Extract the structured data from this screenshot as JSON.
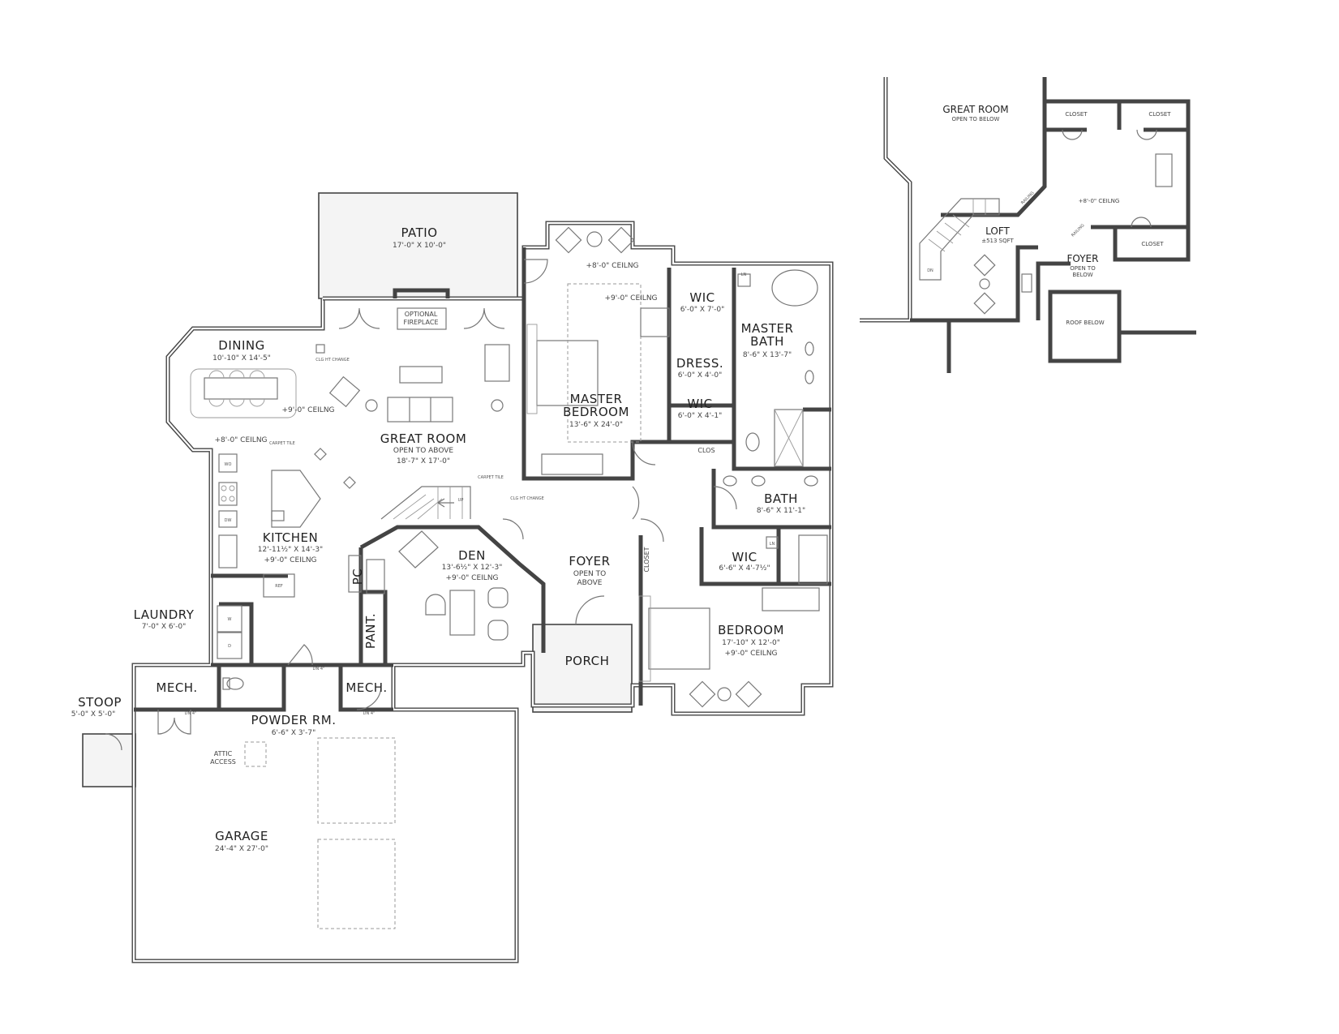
{
  "plan": {
    "main_floor": {
      "rooms": {
        "patio": {
          "name": "PATIO",
          "size": "17'-0\" X 10'-0\""
        },
        "fireplace": {
          "line1": "OPTIONAL",
          "line2": "FIREPLACE"
        },
        "dining": {
          "name": "DINING",
          "size": "10'-10\" X 14'-5\"",
          "ceiling": "+9'-0\" CEILNG",
          "ceiling_alt": "+8'-0\" CEILNG"
        },
        "great_room": {
          "name": "GREAT ROOM",
          "note": "OPEN TO ABOVE",
          "size": "18'-7\" X 17'-0\""
        },
        "master_bedroom": {
          "name_line1": "MASTER",
          "name_line2": "BEDROOM",
          "size": "13'-6\" X 24'-0\"",
          "ceiling_upper": "+8'-0\" CEILNG",
          "ceiling_lower": "+9'-0\" CEILNG"
        },
        "wic_master_1": {
          "name": "WIC",
          "size": "6'-0\" X 7'-0\""
        },
        "dress": {
          "name": "DRESS.",
          "size": "6'-0\" X 4'-0\""
        },
        "wic_master_2": {
          "name": "WIC",
          "size": "6'-0\" X 4'-1\""
        },
        "master_bath": {
          "name_line1": "MASTER",
          "name_line2": "BATH",
          "size": "8'-6\" X 13'-7\""
        },
        "clos": {
          "name": "CLOS"
        },
        "bath": {
          "name": "BATH",
          "size": "8'-6\" X 11'-1\""
        },
        "wic_bedroom": {
          "name": "WIC",
          "size": "6'-6\" X 4'-7½\""
        },
        "bedroom": {
          "name": "BEDROOM",
          "size": "17'-10\" X 12'-0\"",
          "ceiling": "+9'-0\" CEILNG"
        },
        "kitchen": {
          "name": "KITCHEN",
          "size": "12'-11½\" X 14'-3\"",
          "ceiling": "+9'-0\" CEILNG"
        },
        "den": {
          "name": "DEN",
          "size": "13'-6½\" X 12'-3\"",
          "ceiling": "+9'-0\" CEILNG"
        },
        "foyer": {
          "name": "FOYER",
          "note_line1": "OPEN TO",
          "note_line2": "ABOVE"
        },
        "closet": {
          "name": "CLOSET"
        },
        "porch": {
          "name": "PORCH"
        },
        "pc": {
          "name": "PC"
        },
        "pantry": {
          "name": "PANT."
        },
        "laundry": {
          "name": "LAUNDRY",
          "size": "7'-0\" X 6'-0\""
        },
        "mech_1": {
          "name": "MECH."
        },
        "mech_2": {
          "name": "MECH."
        },
        "powder": {
          "name": "POWDER RM.",
          "size": "6'-6\" X 3'-7\""
        },
        "stoop": {
          "name": "STOOP",
          "size": "5'-0\" X 5'-0\""
        },
        "garage": {
          "name": "GARAGE",
          "size": "24'-4\" X 27'-0\""
        },
        "attic": {
          "line1": "ATTIC",
          "line2": "ACCESS"
        }
      },
      "fixtures": {
        "wo": "WO",
        "dw": "DW",
        "ref": "REF",
        "washer": "W",
        "dryer": "D",
        "ln": "LN",
        "up": "UP",
        "dn4": "DN 4\""
      },
      "notes": {
        "clg_ht_change": "CLG HT CHANGE",
        "carpet_tile": "CARPET TILE"
      }
    },
    "upper_floor": {
      "great_room": {
        "name": "GREAT ROOM",
        "note": "OPEN TO BELOW"
      },
      "closet_1": "CLOSET",
      "closet_2": "CLOSET",
      "closet_3": "CLOSET",
      "ceiling": "+8'-0\" CEILNG",
      "loft": {
        "name": "LOFT",
        "area": "±513 SQFT"
      },
      "foyer": {
        "name": "FOYER",
        "note_line1": "OPEN TO",
        "note_line2": "BELOW"
      },
      "roof_below": "ROOF BELOW",
      "railing": "RAILING",
      "dn": "DN"
    }
  }
}
